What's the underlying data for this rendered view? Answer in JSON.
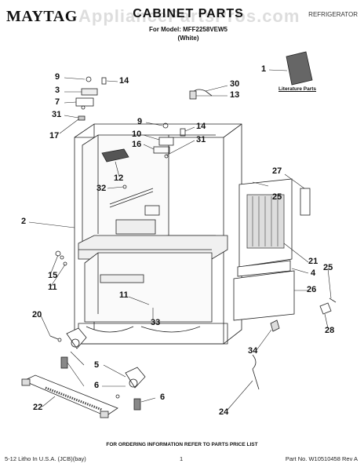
{
  "header": {
    "brand": "MAYTAG",
    "title": "CABINET PARTS",
    "model_line": "For Model: MFF2258VEW5",
    "color_line": "(White)",
    "category": "REFRIGERATOR",
    "watermark": "AppliancePartsPros.com"
  },
  "literature_label": "Literature Parts",
  "callouts": [
    {
      "id": "c9a",
      "text": "9"
    },
    {
      "id": "c14a",
      "text": "14"
    },
    {
      "id": "c3",
      "text": "3"
    },
    {
      "id": "c7",
      "text": "7"
    },
    {
      "id": "c31a",
      "text": "31"
    },
    {
      "id": "c17",
      "text": "17"
    },
    {
      "id": "c1",
      "text": "1"
    },
    {
      "id": "c30",
      "text": "30"
    },
    {
      "id": "c13",
      "text": "13"
    },
    {
      "id": "c9b",
      "text": "9"
    },
    {
      "id": "c14b",
      "text": "14"
    },
    {
      "id": "c10",
      "text": "10"
    },
    {
      "id": "c16",
      "text": "16"
    },
    {
      "id": "c31b",
      "text": "31"
    },
    {
      "id": "c12",
      "text": "12"
    },
    {
      "id": "c32",
      "text": "32"
    },
    {
      "id": "c27",
      "text": "27"
    },
    {
      "id": "c25a",
      "text": "25"
    },
    {
      "id": "c2",
      "text": "2"
    },
    {
      "id": "c21",
      "text": "21"
    },
    {
      "id": "c15",
      "text": "15"
    },
    {
      "id": "c11a",
      "text": "11"
    },
    {
      "id": "c4",
      "text": "4"
    },
    {
      "id": "c25b",
      "text": "25"
    },
    {
      "id": "c26",
      "text": "26"
    },
    {
      "id": "c11b",
      "text": "11"
    },
    {
      "id": "c33",
      "text": "33"
    },
    {
      "id": "c20",
      "text": "20"
    },
    {
      "id": "c28",
      "text": "28"
    },
    {
      "id": "c34",
      "text": "34"
    },
    {
      "id": "c5",
      "text": "5"
    },
    {
      "id": "c6a",
      "text": "6"
    },
    {
      "id": "c22",
      "text": "22"
    },
    {
      "id": "c6b",
      "text": "6"
    },
    {
      "id": "c24",
      "text": "24"
    }
  ],
  "footer": {
    "note": "FOR ORDERING INFORMATION REFER TO PARTS PRICE LIST",
    "left": "5-12 Litho In U.S.A. (JCB)(bay)",
    "page": "1",
    "right": "Part No. W10510458 Rev A"
  }
}
